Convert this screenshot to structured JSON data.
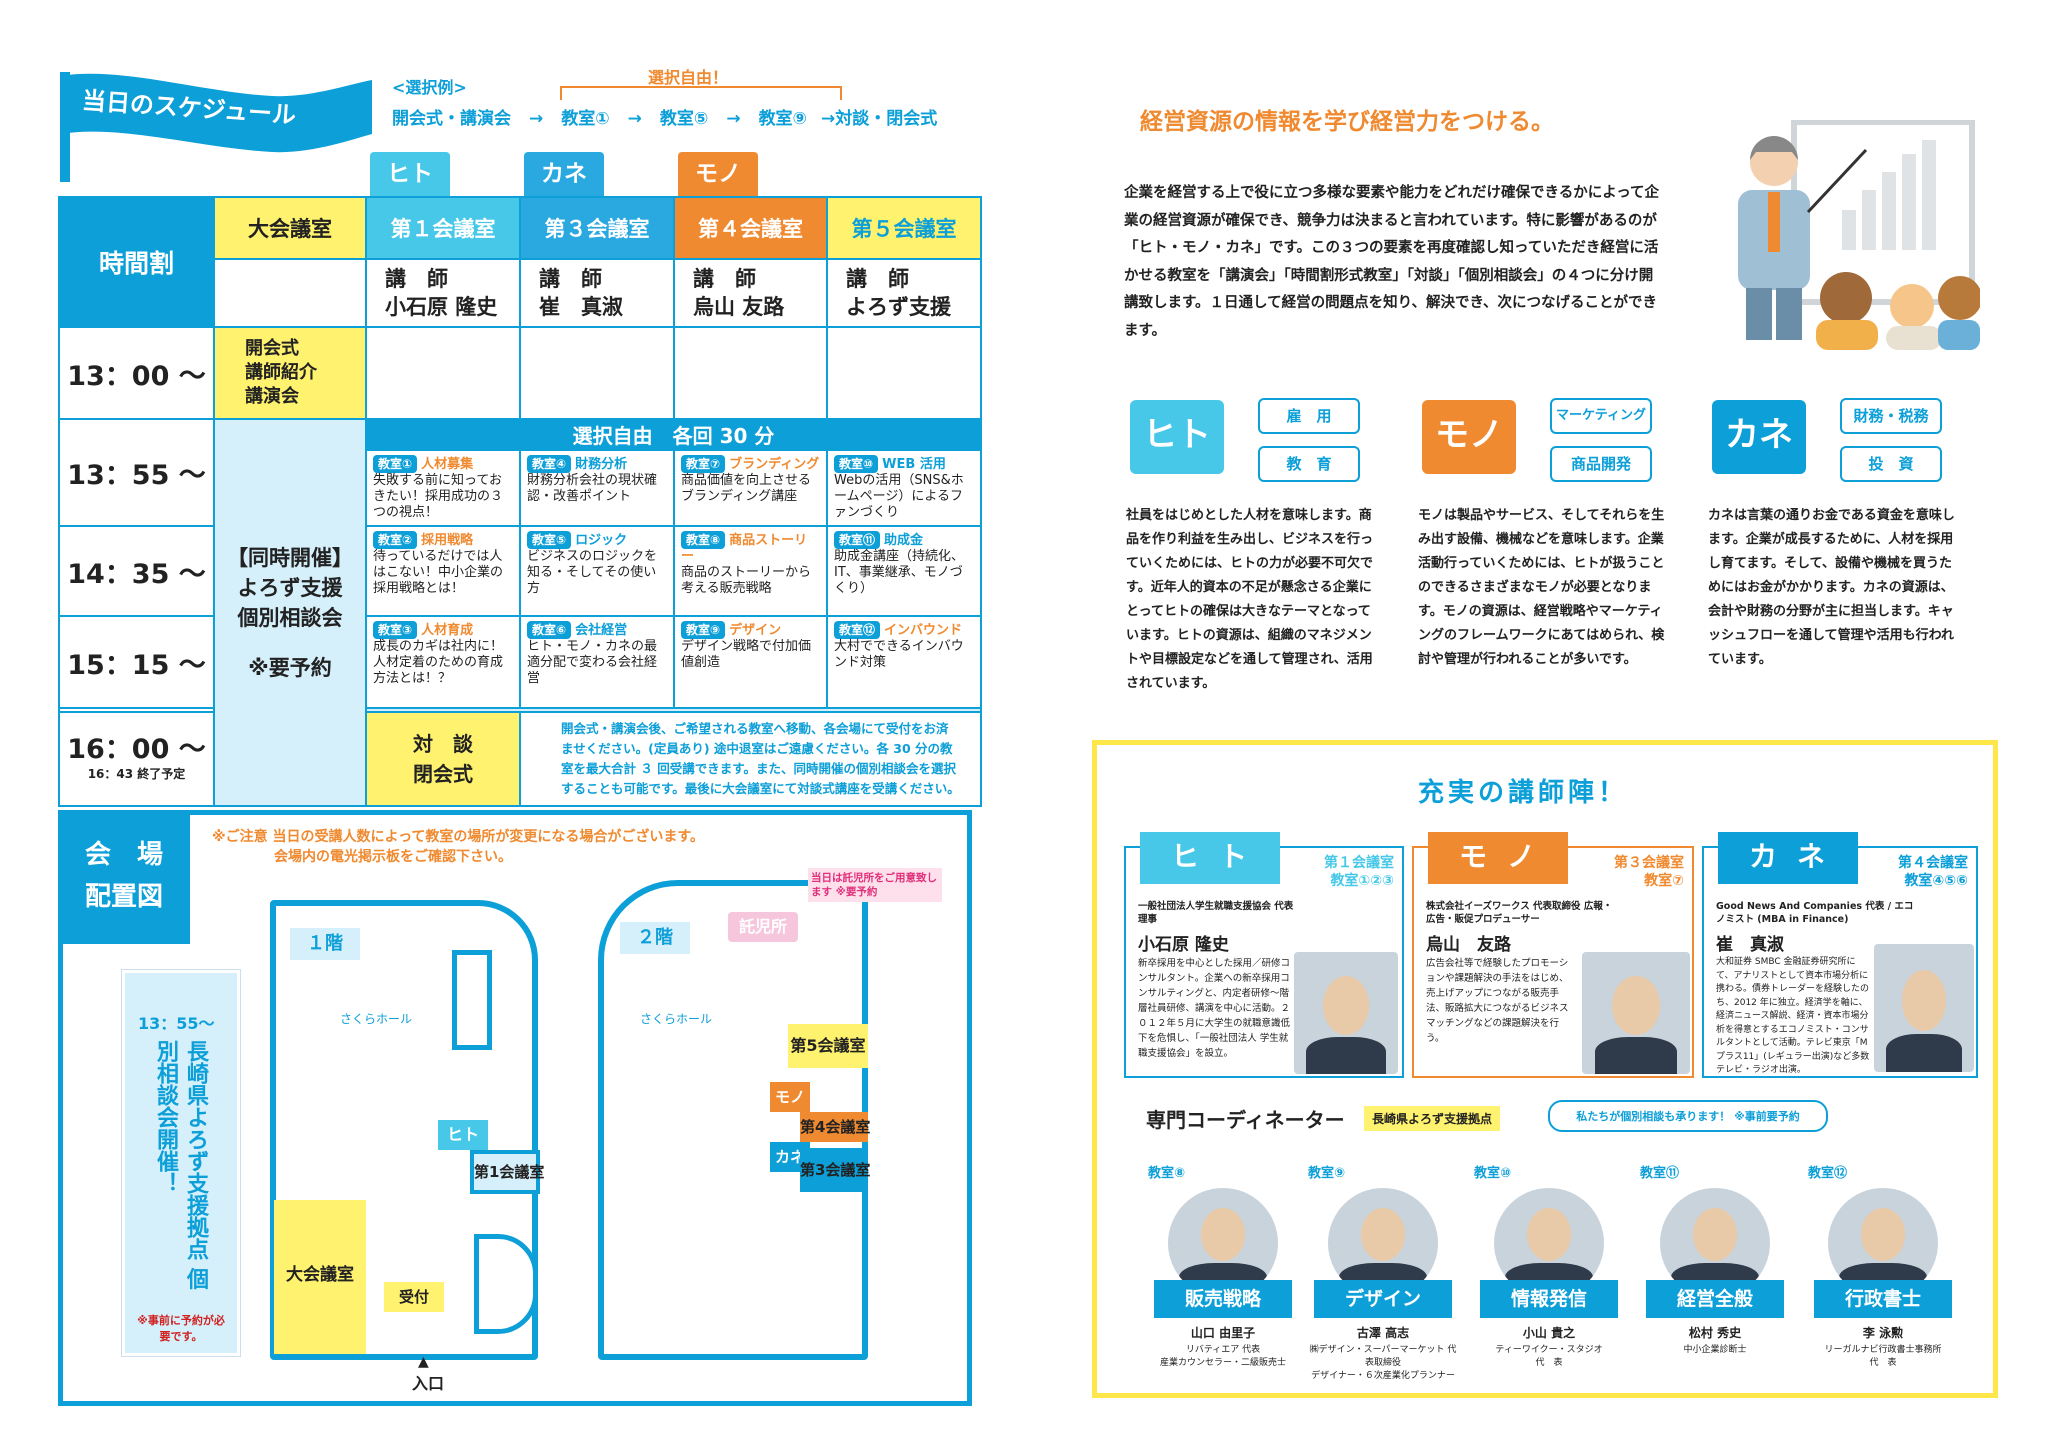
{
  "schedule": {
    "title": "当日のスケジュール",
    "example_label": "<選択例>",
    "free_label": "選択自由！",
    "flow": [
      "開会式・講演会",
      "→",
      "教室①",
      "→",
      "教室⑤",
      "→",
      "教室⑨",
      "→対談・閉会式"
    ],
    "tabs": [
      "ヒト",
      "カネ",
      "モノ"
    ],
    "header_time": "時間割",
    "rooms": [
      "大会議室",
      "第１会議室",
      "第３会議室",
      "第４会議室",
      "第５会議室"
    ],
    "lecturers": [
      {
        "role": "講　師",
        "name": "小石原 隆史"
      },
      {
        "role": "講　師",
        "name": "崔　真淑"
      },
      {
        "role": "講　師",
        "name": "烏山 友路"
      },
      {
        "role": "講　師",
        "name": "よろず支援"
      }
    ],
    "times": [
      "13：00 〜",
      "13：55 〜",
      "14：35 〜",
      "15：15 〜",
      "16：00 〜"
    ],
    "end_note": "16：43 終了予定",
    "opening": [
      "開会式",
      "講師紹介",
      "講演会"
    ],
    "free_banner": "選択自由　各回 30 分",
    "concurrent": [
      "【同時開催】",
      "よろず支援",
      "個別相談会",
      "※要予約"
    ],
    "closing": [
      "対　談",
      "閉会式"
    ],
    "sessions": [
      {
        "room": "教室①",
        "tag": "人材募集",
        "text": "失敗する前に知っておきたい！採用成功の３つの視点！"
      },
      {
        "room": "教室④",
        "tag": "財務分析",
        "text": "財務分析会社の現状確認・改善ポイント"
      },
      {
        "room": "教室⑦",
        "tag": "ブランディング",
        "text": "商品価値を向上させるブランディング講座"
      },
      {
        "room": "教室⑩",
        "tag": "WEB 活用",
        "text": "Webの活用（SNS&ホームページ）によるファンづくり"
      },
      {
        "room": "教室②",
        "tag": "採用戦略",
        "text": "待っているだけでは人はこない！中小企業の採用戦略とは！"
      },
      {
        "room": "教室⑤",
        "tag": "ロジック",
        "text": "ビジネスのロジックを知る・そしてその使い方"
      },
      {
        "room": "教室⑧",
        "tag": "商品ストーリー",
        "text": "商品のストーリーから考える販売戦略"
      },
      {
        "room": "教室⑪",
        "tag": "助成金",
        "text": "助成金講座（持続化、IT、事業継承、モノづくり）"
      },
      {
        "room": "教室③",
        "tag": "人材育成",
        "text": "成長のカギは社内に！人材定着のための育成方法とは！？"
      },
      {
        "room": "教室⑥",
        "tag": "会社経営",
        "text": "ヒト・モノ・カネの最適分配で変わる会社経営"
      },
      {
        "room": "教室⑨",
        "tag": "デザイン",
        "text": "デザイン戦略で付加価値創造"
      },
      {
        "room": "教室⑫",
        "tag": "インバウンド",
        "text": "大村でできるインバウンド対策"
      }
    ],
    "footnote": "開会式・講演会後、ご希望される教室へ移動、各会場にて受付をお済ませください。(定員あり) 途中退室はご遠慮ください。各 30 分の教室を最大合計 ３ 回受講できます。また、同時開催の個別相談会を選択することも可能です。最後に大会議室にて対談式講座を受講ください。"
  },
  "venue": {
    "title1": "会　場",
    "title2": "配置図",
    "notice1": "※ご注意 当日の受講人数によって教室の場所が変更になる場合がございます。",
    "notice2": "会場内の電光掲示板をご確認下さい。",
    "side_time": "13：55〜",
    "side_text": "長崎県よろず支援拠点 個別相談会開催！",
    "side_note": "※事前に予約が必要です。",
    "floor1": "１階",
    "floor2": "２階",
    "hall": "さくらホール",
    "hall2": "さくらホール",
    "room1": "第1会議室",
    "big_room": "大会議室",
    "reception": "受付",
    "entrance": "入口",
    "nursery": "託児所",
    "nursery_note": "当日は託児所をご用意致します ※要予約",
    "room5": "第5会議室",
    "room4": "第4会議室",
    "room3": "第3会議室",
    "tag_hito": "ヒト",
    "tag_mono": "モノ",
    "tag_kane": "カネ"
  },
  "intro": {
    "heading": "経営資源の情報を学び経営力をつける。",
    "body": "企業を経営する上で役に立つ多様な要素や能力をどれだけ確保できるかによって企業の経営資源が確保でき、競争力は決まると言われています。特に影響があるのが「ヒト・モノ・カネ」です。この３つの要素を再度確認し知っていただき経営に活かせる教室を「講演会」「時間割形式教室」「対談」「個別相談会」の４つに分け開講致します。１日通して経営の問題点を知り、解決でき、次につなげることができます。"
  },
  "resources": [
    {
      "tag": "ヒト",
      "subs": [
        "雇　用",
        "教　育"
      ],
      "text": "社員をはじめとした人材を意味します。商品を作り利益を生み出し、ビジネスを行っていくためには、ヒトの力が必要不可欠です。近年人的資本の不足が懸念さる企業にとってヒトの確保は大きなテーマとなっています。ヒトの資源は、組織のマネジメントや目標設定などを通して管理され、活用されています。"
    },
    {
      "tag": "モノ",
      "subs": [
        "マーケティング",
        "商品開発"
      ],
      "text": "モノは製品やサービス、そしてそれらを生み出す設備、機械などを意味します。企業活動行っていくためには、ヒトが扱うことのできるさまざまなモノが必要となります。モノの資源は、経営戦略やマーケティングのフレームワークにあてはめられ、検討や管理が行われることが多いです。"
    },
    {
      "tag": "カネ",
      "subs": [
        "財務・税務",
        "投　資"
      ],
      "text": "カネは言葉の通りお金である資金を意味します。企業が成長するために、人材を採用し育てます。そして、設備や機械を買うためにはお金がかかります。カネの資源は、会計や財務の分野が主に担当します。キャッシュフローを通して管理や活用も行われています。"
    }
  ],
  "lecturers": {
    "heading": "充実の講師陣！",
    "cards": [
      {
        "tag": "ヒト",
        "room": "第１会議室",
        "classes": "教室①②③",
        "org": "一般社団法人学生就職支援協会 代表理事",
        "name": "小石原 隆史",
        "bio": "新卒採用を中心とした採用／研修コンサルタント。企業への新卒採用コンサルティングと、内定者研修〜階層社員研修、講演を中心に活動。２０１２年５月に大学生の就職意識低下を危惧し、「一般社団法人 学生就職支援協会」を設立。"
      },
      {
        "tag": "モノ",
        "room": "第３会議室",
        "classes": "教室⑦",
        "org": "株式会社イーズワークス 代表取締役 広報・広告・販促プロデューサー",
        "name": "烏山　友路",
        "bio": "広告会社等で経験したプロモーションや課題解決の手法をはじめ、売上げアップにつながる販売手法、販路拡大につながるビジネスマッチングなどの課題解決を行う。"
      },
      {
        "tag": "カネ",
        "room": "第４会議室",
        "classes": "教室④⑤⑥",
        "org": "Good News And Companies 代表 / エコノミスト (MBA in Finance)",
        "name": "崔　真淑",
        "bio": "大和証券 SMBC 金融証券研究所にて、アナリストとして資本市場分析に携わる。債券トレーダーを経験したのち、2012 年に独立。経済学を軸に、経済ニュース解説、経済・資本市場分析を得意とするエコノミスト・コンサルタントとして活動。テレビ東京「Mプラス11」(レギュラー出演)など多数テレビ・ラジオ出演。"
      }
    ],
    "coord_heading": "専門コーディネーター",
    "coord_badge": "長崎県よろず支援拠点",
    "coord_bubble": "私たちが個別相談も承ります！ ※事前要予約",
    "coordinators": [
      {
        "room": "教室⑧",
        "topic": "販売戦略",
        "name": "山口 由里子",
        "title1": "リバティエア 代表",
        "title2": "産業カウンセラー・二級販売士"
      },
      {
        "room": "教室⑨",
        "topic": "デザイン",
        "name": "古澤 高志",
        "title1": "㈱デザイン・スーパーマーケット 代表取締役",
        "title2": "デザイナー・６次産業化プランナー"
      },
      {
        "room": "教室⑩",
        "topic": "情報発信",
        "name": "小山 貴之",
        "title1": "ティーワイクー・スタジオ",
        "title2": "代　表"
      },
      {
        "room": "教室⑪",
        "topic": "経営全般",
        "name": "松村 秀史",
        "title1": "中小企業診断士",
        "title2": ""
      },
      {
        "room": "教室⑫",
        "topic": "行政書士",
        "name": "李 泳勲",
        "title1": "リーガルナビ行政書士事務所",
        "title2": "代　表"
      }
    ]
  },
  "colors": {
    "blue": "#0d9fd8",
    "yellow": "#fff26e",
    "orange": "#f08a30",
    "frame": "#ffe74a"
  }
}
